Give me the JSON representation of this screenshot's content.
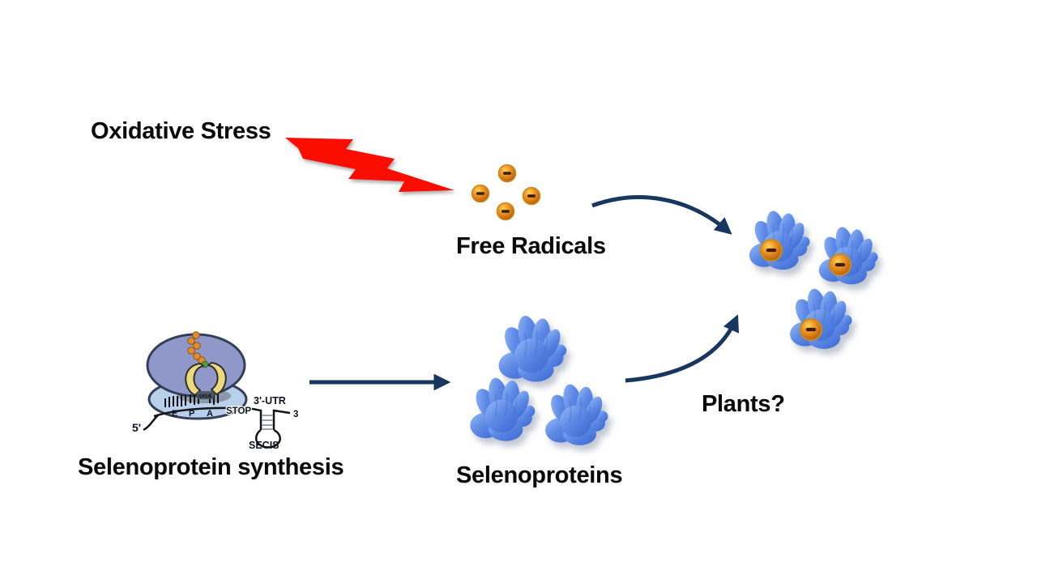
{
  "labels": {
    "oxidative_stress": "Oxidative Stress",
    "free_radicals": "Free Radicals",
    "selenoprotein_synthesis": "Selenoprotein synthesis",
    "selenoproteins": "Selenoproteins",
    "plants_question": "Plants?"
  },
  "ribosome": {
    "five_prime": "5'",
    "site_e": "E",
    "site_p": "P",
    "site_a": "A",
    "codon": "UGA",
    "stop": "STOP",
    "utr": "3'-UTR",
    "three_end": "3",
    "secis": "SECIS"
  },
  "counts": {
    "free_radicals": 4,
    "selenoproteins": 3,
    "neutralized_complexes": 3
  },
  "colors": {
    "lightning_red": "#fb0c00",
    "arrow_navy": "#17375e",
    "cloud_blue": "#4a7cdc",
    "electron_orange": "#e0861f",
    "ribosome_large_subunit": "#8f98c9",
    "ribosome_small_subunit": "#b9d0ec",
    "trna_yellow": "#ecda7d",
    "text_black": "#0a0a0a",
    "background": "#ffffff"
  }
}
